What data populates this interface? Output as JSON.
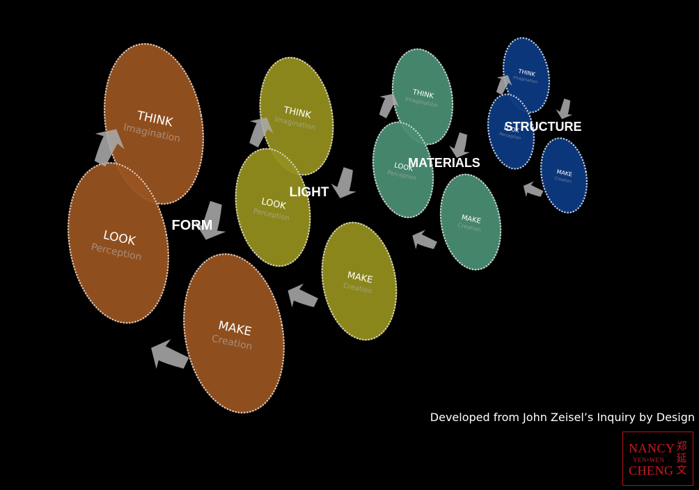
{
  "cycles": [
    {
      "title": "FORM",
      "color": "#9a5420",
      "think": {
        "label": "THINK",
        "sub": "Imagination"
      },
      "look": {
        "label": "LOOK",
        "sub": "Perception"
      },
      "make": {
        "label": "MAKE",
        "sub": "Creation"
      }
    },
    {
      "title": "LIGHT",
      "color": "#94901e",
      "think": {
        "label": "THINK",
        "sub": "Imagination"
      },
      "look": {
        "label": "LOOK",
        "sub": "Perception"
      },
      "make": {
        "label": "MAKE",
        "sub": "Creation"
      }
    },
    {
      "title": "MATERIALS",
      "color": "#4a8f73",
      "think": {
        "label": "THINK",
        "sub": "Imagination"
      },
      "look": {
        "label": "LOOK",
        "sub": "Perception"
      },
      "make": {
        "label": "MAKE",
        "sub": "Creation"
      }
    },
    {
      "title": "STRUCTURE",
      "color": "#0c3a82",
      "think": {
        "label": "THINK",
        "sub": "Imagination"
      },
      "look": {
        "label": "LOOK",
        "sub": "Perception"
      },
      "make": {
        "label": "MAKE",
        "sub": "Creation"
      }
    }
  ],
  "caption": "Developed from John Zeisel’s Inquiry by Design",
  "logo": {
    "line1": "NANCY",
    "line2": "YEN•WEN",
    "line3": "CHENG",
    "chinese": [
      "郑",
      "延",
      "文"
    ],
    "color": "#c1121f"
  }
}
